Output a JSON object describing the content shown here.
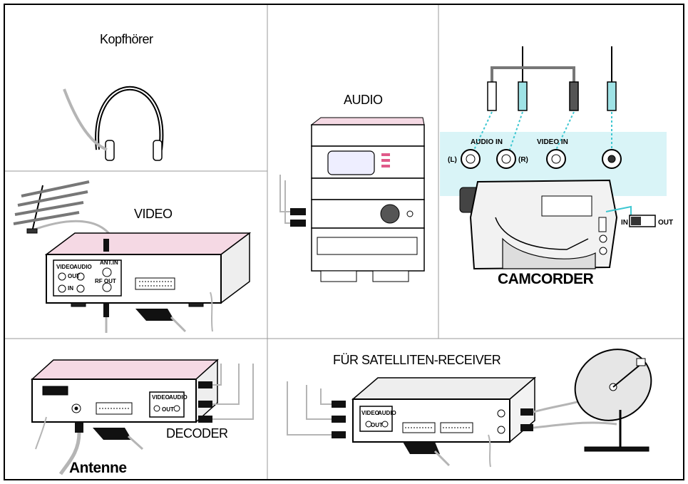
{
  "labels": {
    "headphones": "Kopfhörer",
    "video": "VIDEO",
    "audio": "AUDIO",
    "camcorder": "CAMCORDER",
    "decoder": "DECODER",
    "antenna": "Antenne",
    "satellite": "FÜR SATELLITEN-RECEIVER",
    "audio_in": "AUDIO IN",
    "video_in": "VIDEO IN",
    "left": "(L)",
    "right": "(R)",
    "switch_in": "IN",
    "switch_out": "OUT",
    "vcr_video": "VIDEO",
    "vcr_audio": "AUDIO",
    "vcr_out": "OUT",
    "vcr_in": "IN",
    "vcr_ant_in": "ANT.IN",
    "vcr_rf_out": "RF OUT",
    "dec_video": "VIDEO",
    "dec_audio": "AUDIO",
    "dec_out": "OUT",
    "sat_video": "VIDEO",
    "sat_audio": "AUDIO",
    "sat_out": "OUT"
  },
  "colors": {
    "cyan_panel": "#d9f4f7",
    "pink_top": "#f5d9e4",
    "line": "#000000",
    "cable_gray": "#b5b5b5"
  }
}
